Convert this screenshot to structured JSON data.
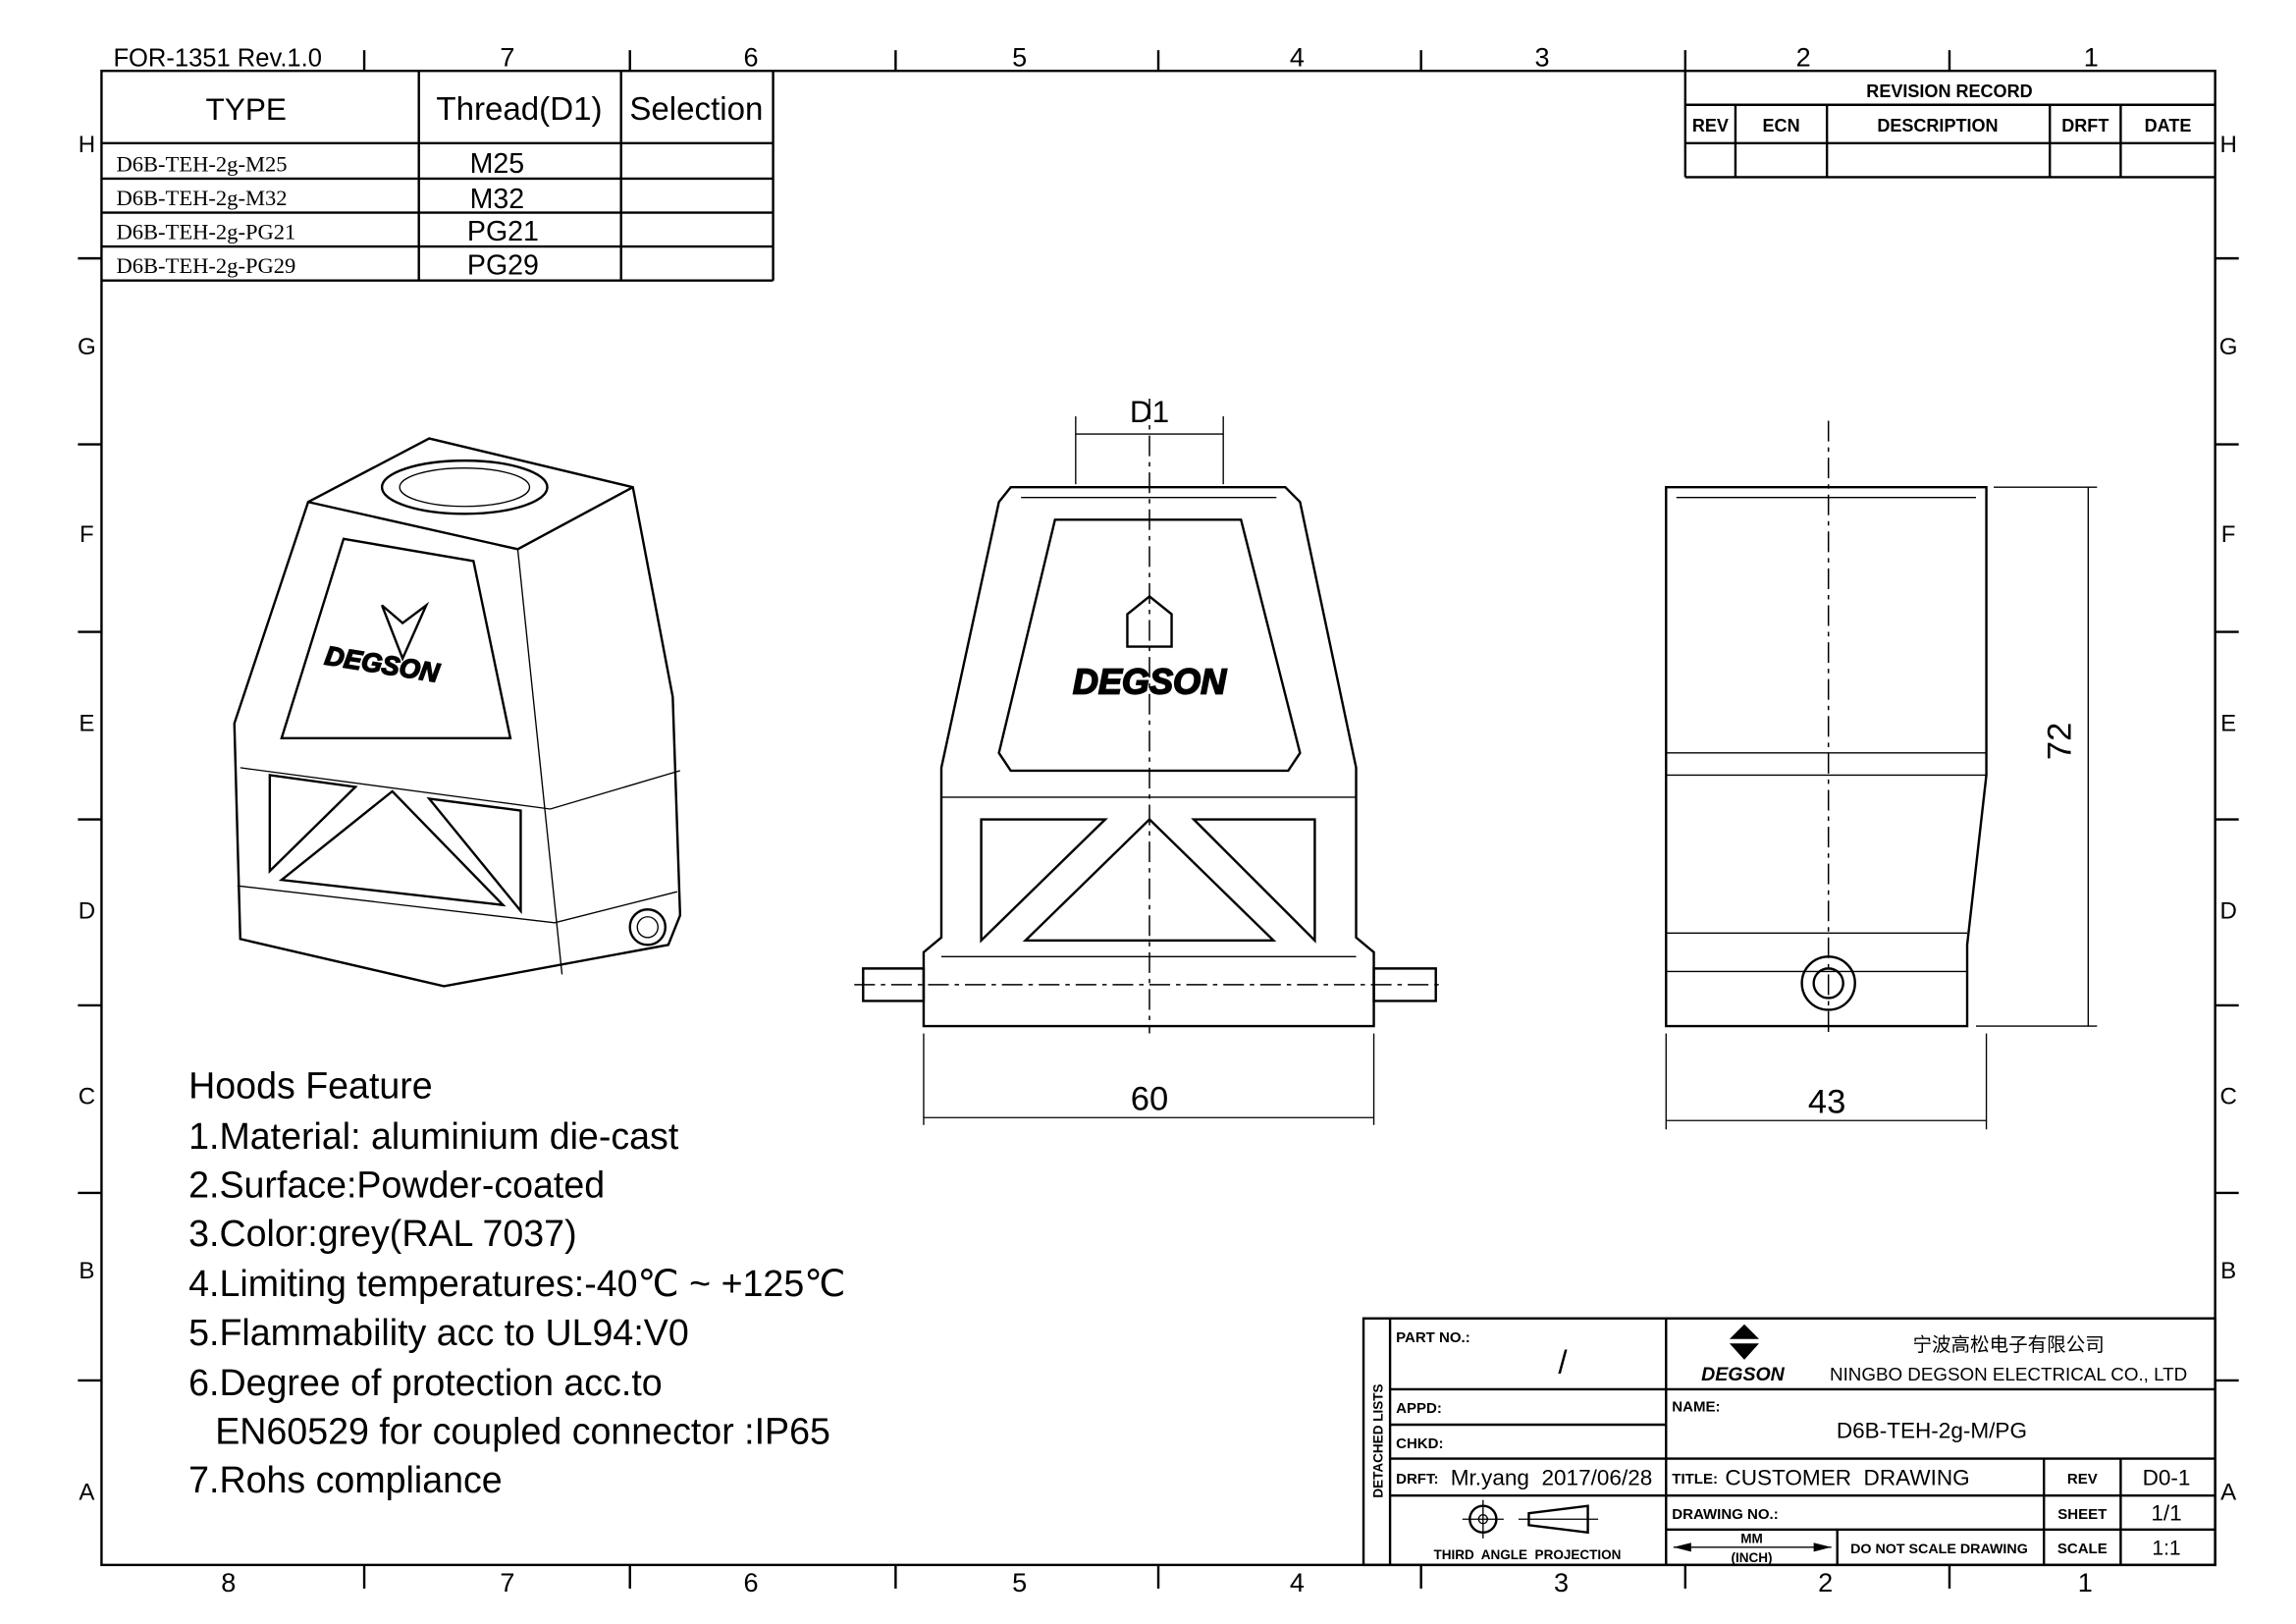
{
  "form_id": "FOR-1351  Rev.1.0",
  "zones": {
    "top_columns": [
      "7",
      "6",
      "5",
      "4",
      "3",
      "2",
      "1"
    ],
    "bottom_columns": [
      "8",
      "7",
      "6",
      "5",
      "4",
      "3",
      "2",
      "1"
    ],
    "rows": [
      "H",
      "G",
      "F",
      "E",
      "D",
      "C",
      "B",
      "A"
    ]
  },
  "type_table": {
    "headers": [
      "TYPE",
      "Thread(D1)",
      "Selection"
    ],
    "rows": [
      {
        "type": "D6B-TEH-2g-M25",
        "thread": "M25",
        "selection": ""
      },
      {
        "type": "D6B-TEH-2g-M32",
        "thread": "M32",
        "selection": ""
      },
      {
        "type": "D6B-TEH-2g-PG21",
        "thread": "PG21",
        "selection": ""
      },
      {
        "type": "D6B-TEH-2g-PG29",
        "thread": "PG29",
        "selection": ""
      }
    ]
  },
  "revision_record": {
    "title": "REVISION  RECORD",
    "headers": [
      "REV",
      "ECN",
      "DESCRIPTION",
      "DRFT",
      "DATE"
    ]
  },
  "views": {
    "brand_logo": "DEGSON",
    "dim_d1": "D1",
    "dim_width": "60",
    "dim_depth": "43",
    "dim_height": "72"
  },
  "features": {
    "title": "Hoods Feature",
    "items": [
      "1.Material: aluminium die-cast",
      "2.Surface:Powder-coated",
      "3.Color:grey(RAL 7037)",
      "4.Limiting temperatures:-40℃ ~ +125℃",
      "5.Flammability acc to UL94:V0",
      "6.Degree of protection acc.to",
      "EN60529 for coupled connector :IP65",
      "7.Rohs compliance"
    ]
  },
  "title_block": {
    "detached_lists": "DETACHED LISTS",
    "part_no_label": "PART NO.:",
    "part_no_value": "/",
    "appd_label": "APPD:",
    "chkd_label": "CHKD:",
    "drft_label": "DRFT:",
    "drft_value": "Mr.yang  2017/06/28",
    "projection": "THIRD  ANGLE  PROJECTION",
    "company_cn": "宁波高松电子有限公司",
    "company_en": "NINGBO DEGSON ELECTRICAL CO., LTD",
    "logo": "DEGSON",
    "name_label": "NAME:",
    "name_value": "D6B-TEH-2g-M/PG",
    "title_label": "TITLE:",
    "title_value": "CUSTOMER  DRAWING",
    "rev_label": "REV",
    "rev_value": "D0-1",
    "drawing_no_label": "DRAWING NO.:",
    "sheet_label": "SHEET",
    "sheet_value": "1/1",
    "units_top": "MM",
    "units_bottom": "(INCH)",
    "do_not_scale": "DO NOT SCALE DRAWING",
    "scale_label": "SCALE",
    "scale_value": "1:1"
  }
}
